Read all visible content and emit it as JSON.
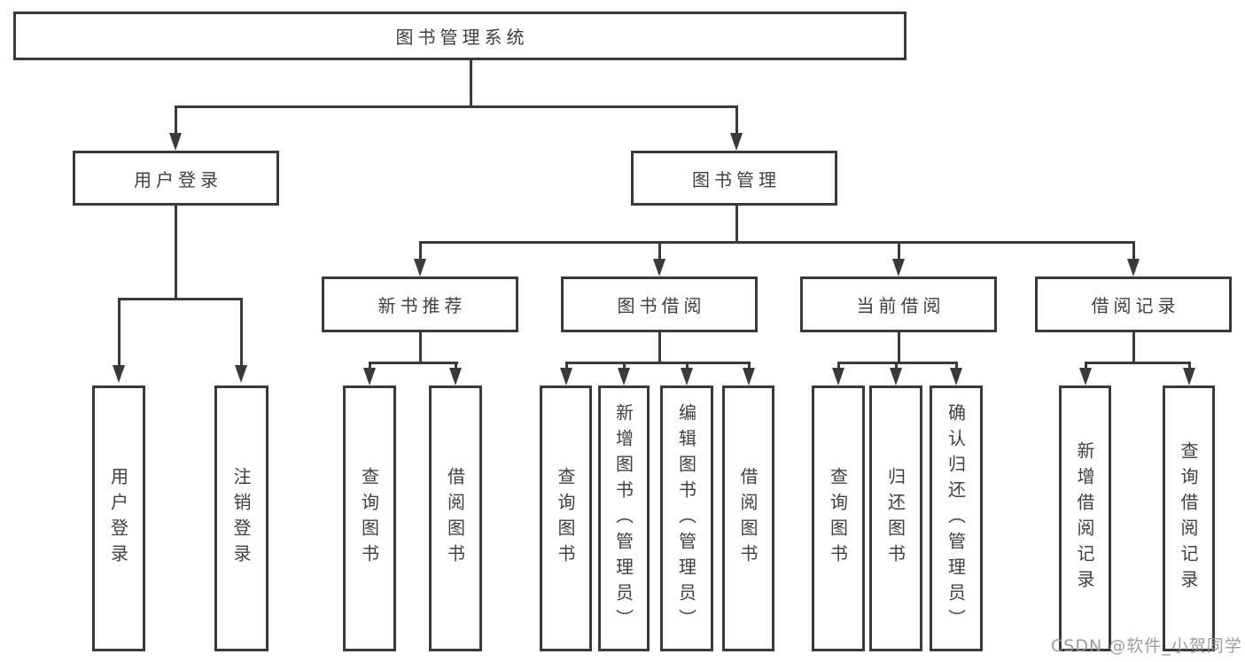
{
  "diagram": {
    "root": {
      "label": "图书管理系统"
    },
    "user_login": {
      "label": "用户登录",
      "children": [
        {
          "label": "用户登录"
        },
        {
          "label": "注销登录"
        }
      ]
    },
    "book_mgmt": {
      "label": "图书管理"
    },
    "new_books": {
      "label": "新书推荐",
      "children": [
        {
          "label": "查询图书"
        },
        {
          "label": "借阅图书"
        }
      ]
    },
    "borrow": {
      "label": "图书借阅",
      "children": [
        {
          "label": "查询图书"
        },
        {
          "label": "新增图书（管理员）"
        },
        {
          "label": "编辑图书（管理员）"
        },
        {
          "label": "借阅图书"
        }
      ]
    },
    "current": {
      "label": "当前借阅",
      "children": [
        {
          "label": "查询图书"
        },
        {
          "label": "归还图书"
        },
        {
          "label": "确认归还（管理员）"
        }
      ]
    },
    "records": {
      "label": "借阅记录",
      "children": [
        {
          "label": "新增借阅记录"
        },
        {
          "label": "查询借阅记录"
        }
      ]
    }
  },
  "watermark": "CSDN @软件_小贺同学",
  "colors": {
    "line": "#3a3a3a",
    "text": "#404040",
    "watermark": "#949494",
    "background": "#ffffff"
  }
}
